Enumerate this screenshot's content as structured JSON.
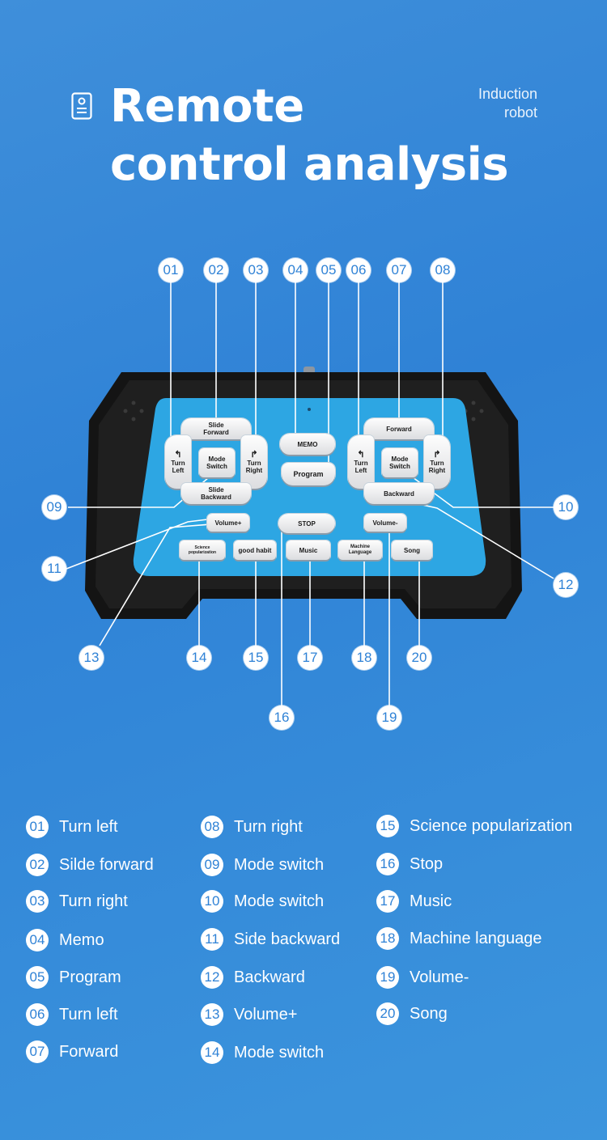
{
  "header": {
    "title_line1": "Remote",
    "title_line2": "control analysis",
    "subtitle_line1": "Induction",
    "subtitle_line2": "robot",
    "icon": "remote-doc-icon"
  },
  "remote": {
    "buttons": {
      "slide_forward": [
        "Slide",
        "Forward"
      ],
      "forward": "Forward",
      "memo": "MEMO",
      "turn_left": [
        "Turn",
        "Left"
      ],
      "turn_right": [
        "Turn",
        "Right"
      ],
      "mode_switch": [
        "Mode",
        "Switch"
      ],
      "program": "Program",
      "slide_backward": [
        "Slide",
        "Backward"
      ],
      "backward": "Backward",
      "volume_plus": "Volume+",
      "stop": "STOP",
      "volume_minus": "Volume-",
      "science": [
        "Science",
        "popularization"
      ],
      "good_habit": "good habit",
      "music": "Music",
      "machine_language": [
        "Machine",
        "Language"
      ],
      "song": "Song"
    },
    "callouts": [
      "01",
      "02",
      "03",
      "04",
      "05",
      "06",
      "07",
      "08",
      "09",
      "10",
      "11",
      "12",
      "13",
      "14",
      "15",
      "16",
      "17",
      "18",
      "19",
      "20"
    ]
  },
  "legend": [
    {
      "num": "01",
      "label": "Turn left"
    },
    {
      "num": "02",
      "label": "Silde forward"
    },
    {
      "num": "03",
      "label": "Turn right"
    },
    {
      "num": "04",
      "label": "Memo"
    },
    {
      "num": "05",
      "label": "Program"
    },
    {
      "num": "06",
      "label": "Turn left"
    },
    {
      "num": "07",
      "label": "Forward"
    },
    {
      "num": "08",
      "label": "Turn right"
    },
    {
      "num": "09",
      "label": "Mode switch"
    },
    {
      "num": "10",
      "label": "Mode switch"
    },
    {
      "num": "11",
      "label": "Side backward"
    },
    {
      "num": "12",
      "label": "Backward"
    },
    {
      "num": "13",
      "label": "Volume+"
    },
    {
      "num": "14",
      "label": "Mode switch"
    },
    {
      "num": "15",
      "label": "Science popularization"
    },
    {
      "num": "16",
      "label": "Stop"
    },
    {
      "num": "17",
      "label": "Music"
    },
    {
      "num": "18",
      "label": "Machine language"
    },
    {
      "num": "19",
      "label": "Volume-"
    },
    {
      "num": "20",
      "label": "Song"
    }
  ]
}
